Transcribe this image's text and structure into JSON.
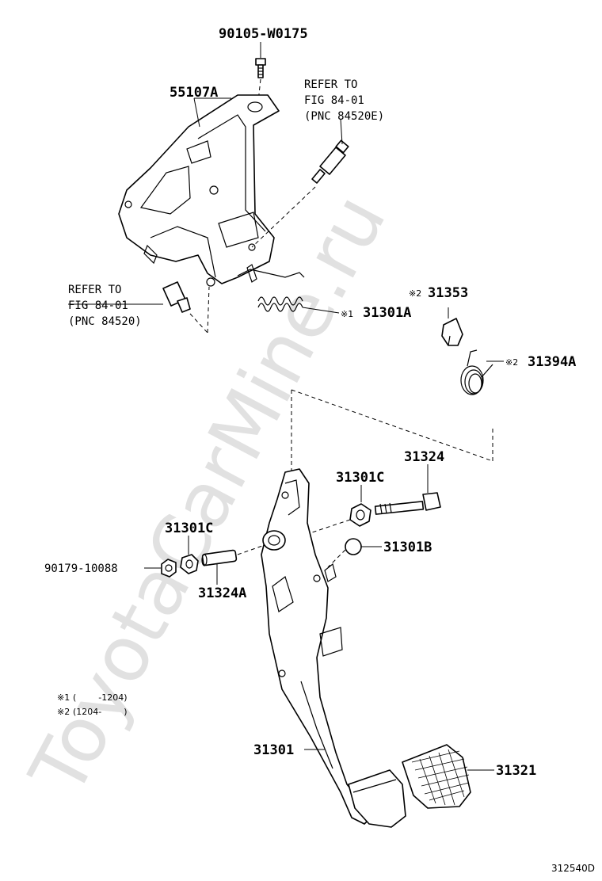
{
  "watermark": "ToyotaCarMine.ru",
  "figure_code": "312540D",
  "callouts": {
    "bolt": "90105-W0175",
    "bracket": "55107A",
    "switch_top": [
      "REFER TO",
      "FIG 84-01",
      "(PNC 84520E)"
    ],
    "switch_left": [
      "REFER TO",
      "FIG 84-01",
      "(PNC 84520)"
    ],
    "spring_small": "31301A",
    "spring_small_mark": "※1",
    "cushion": "31353",
    "cushion_mark": "※2",
    "return_spring": "31394A",
    "return_spring_mark": "※2",
    "bolt_long": "31324",
    "bushing_right": "31301C",
    "bushing_left": "31301C",
    "nut": "90179-10088",
    "collar": "31324A",
    "ball": "31301B",
    "pedal_arm": "31301",
    "pedal_pad": "31321"
  },
  "notes": [
    {
      "mark": "※1",
      "text": "(        -1204)"
    },
    {
      "mark": "※2",
      "text": "(1204-        )"
    }
  ],
  "icons": [
    "bolt-icon",
    "switch-icon",
    "spring-icon",
    "nut-icon",
    "pedal-icon"
  ]
}
